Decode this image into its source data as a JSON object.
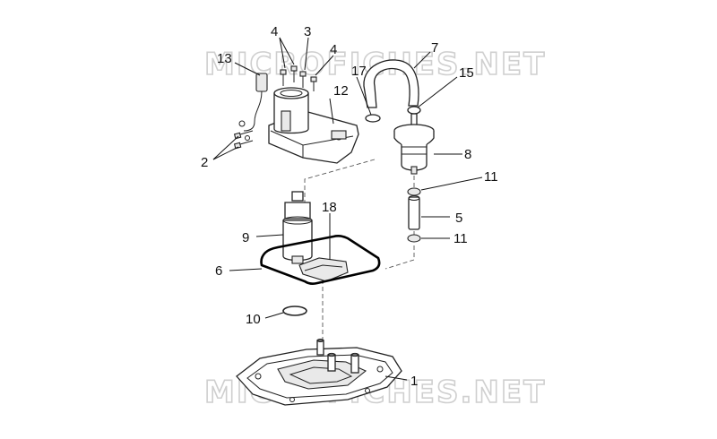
{
  "watermarks": [
    "MICROFICHES.NET",
    "MICROFICHES.NET"
  ],
  "callouts": {
    "c1": "1",
    "c2": "2",
    "c3": "3",
    "c4a": "4",
    "c4b": "4",
    "c5": "5",
    "c6": "6",
    "c7": "7",
    "c8": "8",
    "c9": "9",
    "c10": "10",
    "c11a": "11",
    "c11b": "11",
    "c12": "12",
    "c13": "13",
    "c15": "15",
    "c17": "17",
    "c18": "18"
  }
}
